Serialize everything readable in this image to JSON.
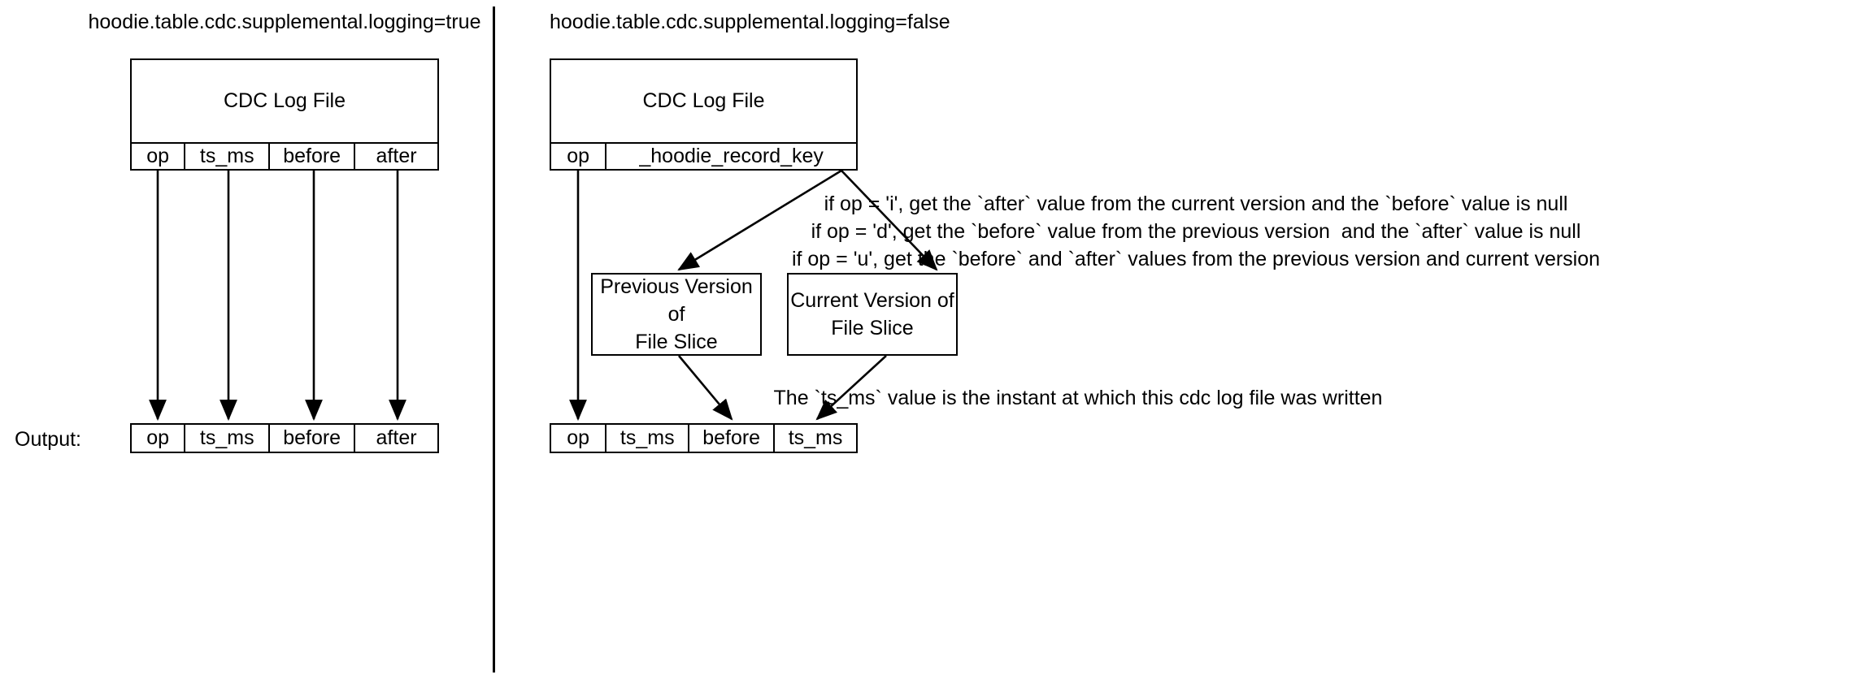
{
  "diagram": {
    "title_left": "hoodie.table.cdc.supplemental.logging=true",
    "title_right": "hoodie.table.cdc.supplemental.logging=false",
    "output_label": "Output:"
  },
  "left_panel": {
    "log_file_label": "CDC Log File",
    "schema_columns": [
      "op",
      "ts_ms",
      "before",
      "after"
    ],
    "output_columns": [
      "op",
      "ts_ms",
      "before",
      "after"
    ]
  },
  "right_panel": {
    "log_file_label": "CDC Log File",
    "schema_columns": [
      "op",
      "_hoodie_record_key"
    ],
    "output_columns": [
      "op",
      "ts_ms",
      "before",
      "ts_ms"
    ],
    "rules": [
      "if op = 'i', get the `after` value from the current version and the `before` value is null",
      "if op = 'd', get the `before` value from the previous version  and the `after` value is null",
      "if op = 'u', get the `before` and `after` values from the previous version and current version"
    ],
    "ts_note": "The `ts_ms` value is the instant at which this cdc log file was written",
    "previous_version_box": "Previous Version of\nFile Slice",
    "current_version_box": "Current Version of\nFile Slice"
  },
  "style": {
    "stroke": "#000000",
    "fill": "#ffffff"
  }
}
